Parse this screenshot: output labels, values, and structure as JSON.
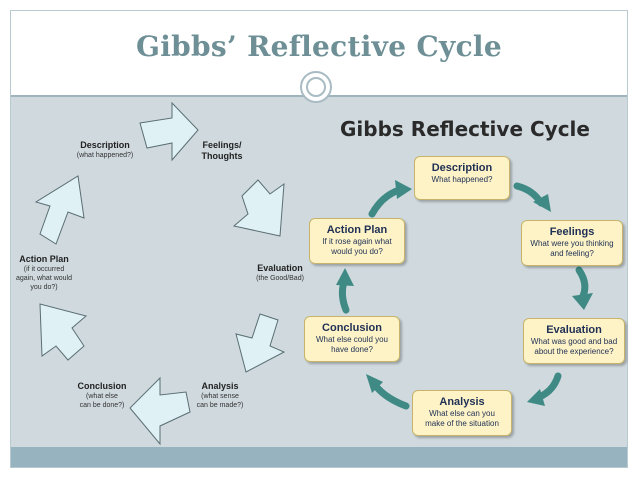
{
  "slide_title": "Gibbs’ Reflective Cycle",
  "left_cycle": {
    "description": {
      "title": "Description",
      "sub": "(what happened?)"
    },
    "feelings": {
      "title": "Feelings/",
      "title2": "Thoughts"
    },
    "evaluation": {
      "title": "Evaluation",
      "sub": "(the Good/Bad)"
    },
    "analysis": {
      "title": "Analysis",
      "sub": "(what sense",
      "sub2": "can be made?)"
    },
    "conclusion": {
      "title": "Conclusion",
      "sub": "(what else",
      "sub2": "can be done?)"
    },
    "action_plan": {
      "title": "Action Plan",
      "sub": "(if it occurred",
      "sub2": "again, what would",
      "sub3": "you do?)"
    }
  },
  "right_cycle": {
    "title": "Gibbs Reflective Cycle",
    "description": {
      "title": "Description",
      "sub": "What happened?"
    },
    "feelings": {
      "title": "Feelings",
      "sub": "What were you thinking",
      "sub2": "and feeling?"
    },
    "evaluation": {
      "title": "Evaluation",
      "sub": "What was good and bad",
      "sub2": "about the experience?"
    },
    "analysis": {
      "title": "Analysis",
      "sub": "What else can you",
      "sub2": "make of the situation"
    },
    "conclusion": {
      "title": "Conclusion",
      "sub": "What else could you",
      "sub2": "have done?"
    },
    "action_plan": {
      "title": "Action Plan",
      "sub": "If it rose again what",
      "sub2": "would you do?"
    }
  },
  "colors": {
    "title": "#6d8f95",
    "left_arrow_fill": "#dff1f4",
    "left_arrow_stroke": "#5a6e74",
    "right_arrow_fill": "#3f8a84",
    "box_fill": "#fdf3c6",
    "box_text": "#1f2f55"
  }
}
